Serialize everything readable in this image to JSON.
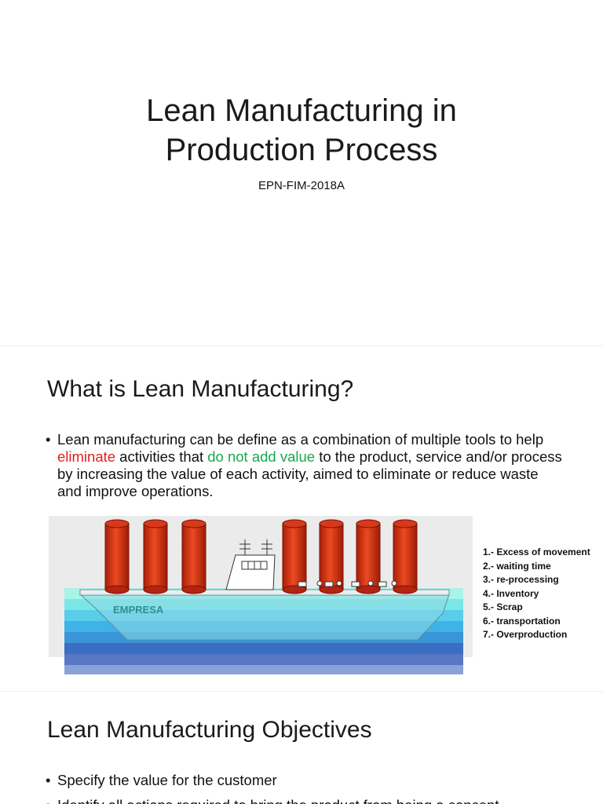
{
  "slide1": {
    "title_line1": "Lean Manufacturing in",
    "title_line2": "Production Process",
    "subtitle": "EPN-FIM-2018A"
  },
  "slide2": {
    "heading": "What is Lean Manufacturing?",
    "bullet": {
      "part1": "Lean manufacturing can be define as a combination of multiple tools to help ",
      "highlight_red": "eliminate",
      "part2": " activities that ",
      "highlight_green": "do not add value",
      "part3": " to the product, service and/or process by increasing the value of each activity, aimed to eliminate or reduce waste and improve operations."
    },
    "figure": {
      "ship_label": "EMPRESA"
    },
    "waste_list": [
      "1.- Excess of movement",
      "2.- waiting time",
      "3.- re-processing",
      "4.- Inventory",
      "5.- Scrap",
      "6.- transportation",
      "7.- Overproduction"
    ]
  },
  "slide3": {
    "heading": "Lean Manufacturing Objectives",
    "bullets": [
      "Specify the value for the customer",
      "Identify all actions required to bring the product from being a concept"
    ]
  },
  "colors": {
    "highlight_red": "#e02020",
    "highlight_green": "#1aa84a",
    "cylinder": "#d93a1a",
    "water_top": "#8ff0dc",
    "water_deep": "#3d6cc0"
  }
}
